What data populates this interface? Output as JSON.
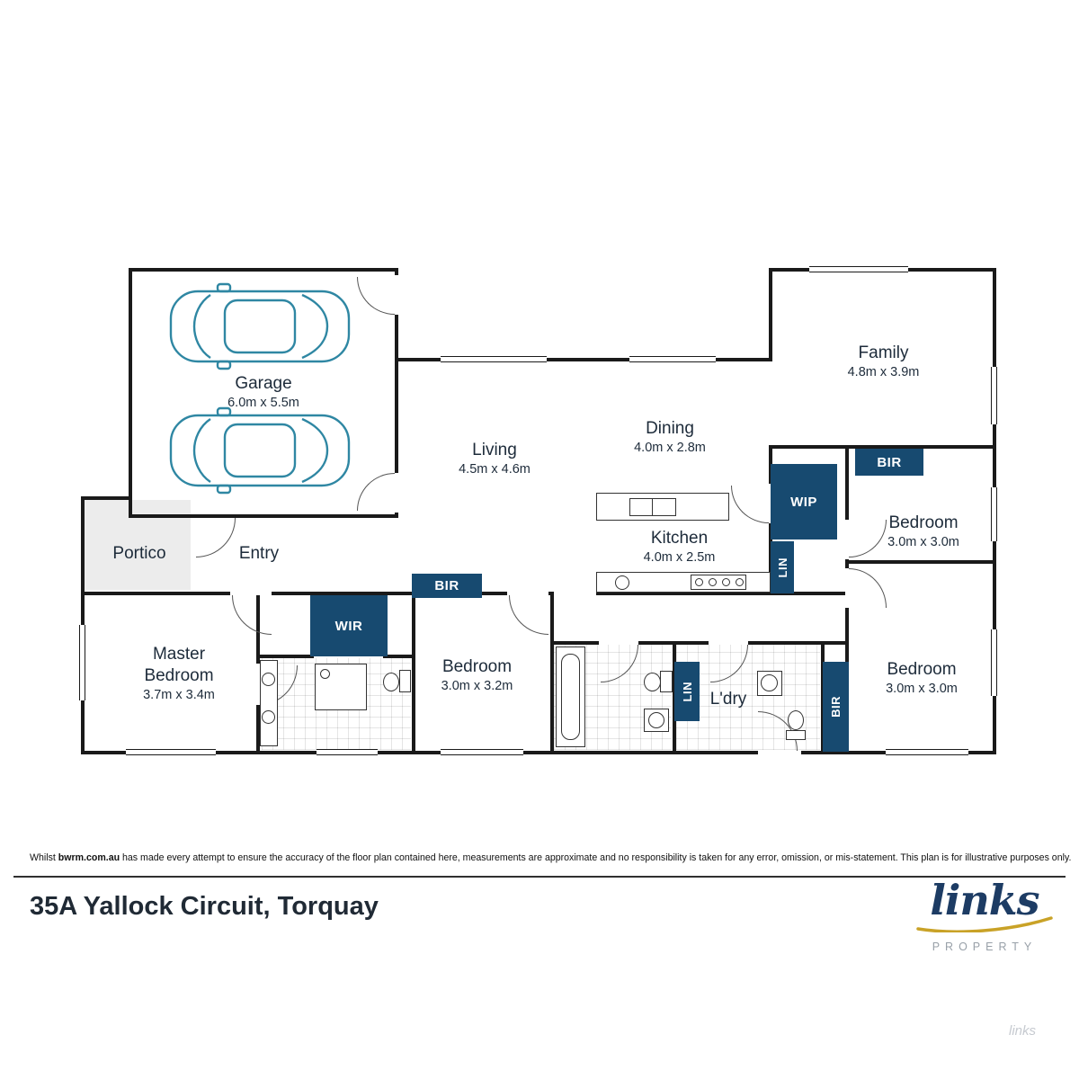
{
  "colors": {
    "wall": "#1a1a1a",
    "navy": "#174a70",
    "car_outline": "#2f87a3",
    "logo_navy": "#1d3c64",
    "logo_gold": "#c9a227",
    "logo_gray": "#98a0a8"
  },
  "rooms": {
    "garage": {
      "name": "Garage",
      "dims": "6.0m x 5.5m"
    },
    "family": {
      "name": "Family",
      "dims": "4.8m x 3.9m"
    },
    "living": {
      "name": "Living",
      "dims": "4.5m x 4.6m"
    },
    "dining": {
      "name": "Dining",
      "dims": "4.0m x 2.8m"
    },
    "kitchen": {
      "name": "Kitchen",
      "dims": "4.0m x 2.5m"
    },
    "bed2": {
      "name": "Bedroom",
      "dims": "3.0m x 3.0m"
    },
    "bed3": {
      "name": "Bedroom",
      "dims": "3.0m x 3.0m"
    },
    "bed4": {
      "name": "Bedroom",
      "dims": "3.0m x 3.2m"
    },
    "master": {
      "name": "Master Bedroom",
      "dims": "3.7m x 3.4m"
    },
    "portico": {
      "name": "Portico"
    },
    "entry": {
      "name": "Entry"
    },
    "laundry": {
      "name": "L'dry"
    }
  },
  "closets": {
    "wip": "WIP",
    "wir": "WIR",
    "bir_top": "BIR",
    "bir_mid": "BIR",
    "bir_bot": "BIR",
    "lin_kitchen": "LIN",
    "lin_hall": "LIN"
  },
  "footer": {
    "disclaimer_prefix": "Whilst ",
    "disclaimer_source": "bwrm.com.au",
    "disclaimer_rest": " has made every attempt to ensure the accuracy of the floor plan contained here, measurements are approximate and no responsibility is taken for any error, omission, or mis-statement. This plan is for illustrative purposes only.",
    "address": "35A Yallock Circuit, Torquay"
  },
  "logo": {
    "brand": "links",
    "subtitle": "PROPERTY",
    "watermark": "links"
  }
}
